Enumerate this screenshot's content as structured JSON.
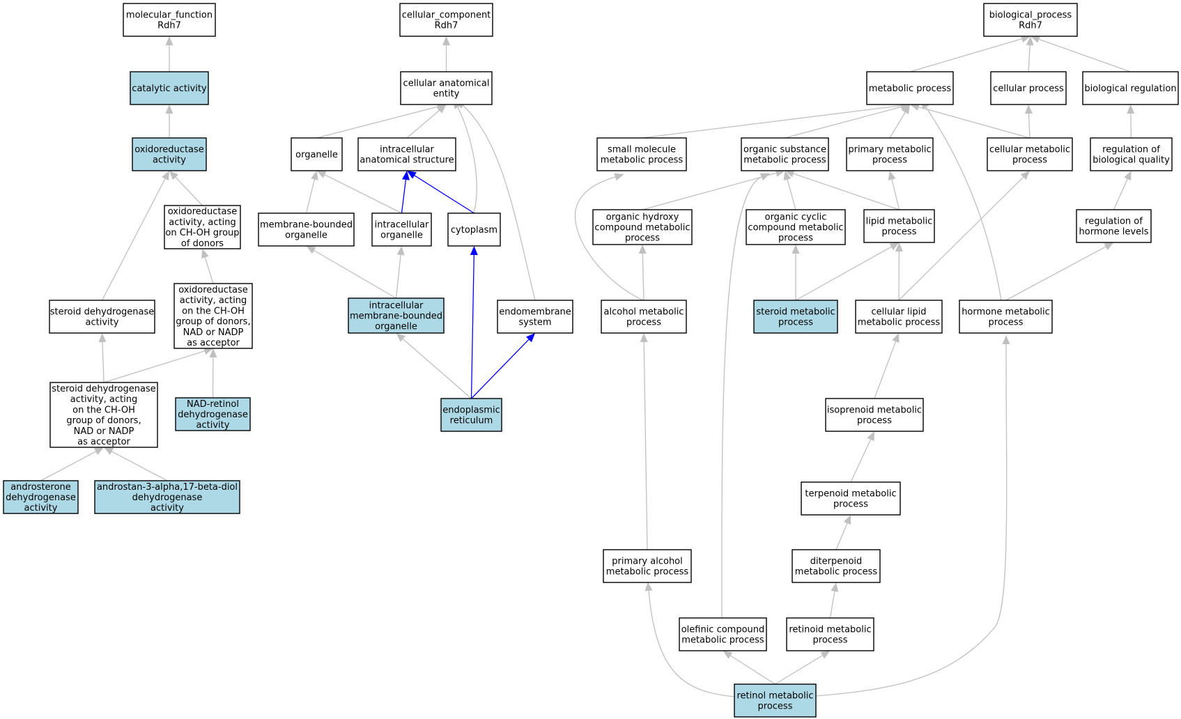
{
  "colors": {
    "highlight_fill": "#add8e6",
    "default_fill": "#ffffff",
    "gray_edge": "#c0c0c0",
    "blue_edge": "#0000ff",
    "border": "#000000"
  },
  "nodes": {
    "mf_root": {
      "lines": [
        "molecular_function",
        "Rdh7"
      ],
      "highlighted": false
    },
    "catalytic": {
      "lines": [
        "catalytic activity"
      ],
      "highlighted": true
    },
    "oxidoreductase": {
      "lines": [
        "oxidoreductase",
        "activity"
      ],
      "highlighted": true
    },
    "ox_choh": {
      "lines": [
        "oxidoreductase",
        "activity, acting",
        "on CH-OH group",
        "of donors"
      ],
      "highlighted": false
    },
    "ox_choh_nad": {
      "lines": [
        "oxidoreductase",
        "activity, acting",
        "on the CH-OH",
        "group of donors,",
        "NAD or NADP",
        "as acceptor"
      ],
      "highlighted": false
    },
    "steroid_dh": {
      "lines": [
        "steroid dehydrogenase",
        "activity"
      ],
      "highlighted": false
    },
    "steroid_dh_nad": {
      "lines": [
        "steroid dehydrogenase",
        "activity, acting",
        "on the CH-OH",
        "group of donors,",
        "NAD or NADP",
        "as acceptor"
      ],
      "highlighted": false
    },
    "nad_retinol": {
      "lines": [
        "NAD-retinol",
        "dehydrogenase",
        "activity"
      ],
      "highlighted": true
    },
    "androsterone": {
      "lines": [
        "androsterone",
        "dehydrogenase",
        "activity"
      ],
      "highlighted": true
    },
    "androstan": {
      "lines": [
        "androstan-3-alpha,17-beta-diol",
        "dehydrogenase",
        "activity"
      ],
      "highlighted": true
    },
    "cc_root": {
      "lines": [
        "cellular_component",
        "Rdh7"
      ],
      "highlighted": false
    },
    "cae": {
      "lines": [
        "cellular anatomical",
        "entity"
      ],
      "highlighted": false
    },
    "organelle": {
      "lines": [
        "organelle"
      ],
      "highlighted": false
    },
    "ias": {
      "lines": [
        "intracellular",
        "anatomical structure"
      ],
      "highlighted": false
    },
    "mbo": {
      "lines": [
        "membrane-bounded",
        "organelle"
      ],
      "highlighted": false
    },
    "io": {
      "lines": [
        "intracellular",
        "organelle"
      ],
      "highlighted": false
    },
    "cytoplasm": {
      "lines": [
        "cytoplasm"
      ],
      "highlighted": false
    },
    "imbo": {
      "lines": [
        "intracellular",
        "membrane-bounded",
        "organelle"
      ],
      "highlighted": true
    },
    "endomembrane": {
      "lines": [
        "endomembrane",
        "system"
      ],
      "highlighted": false
    },
    "er": {
      "lines": [
        "endoplasmic",
        "reticulum"
      ],
      "highlighted": true
    },
    "bp_root": {
      "lines": [
        "biological_process",
        "Rdh7"
      ],
      "highlighted": false
    },
    "metabolic": {
      "lines": [
        "metabolic process"
      ],
      "highlighted": false
    },
    "cellular_proc": {
      "lines": [
        "cellular process"
      ],
      "highlighted": false
    },
    "bio_reg": {
      "lines": [
        "biological regulation"
      ],
      "highlighted": false
    },
    "small_mol": {
      "lines": [
        "small molecule",
        "metabolic process"
      ],
      "highlighted": false
    },
    "org_sub": {
      "lines": [
        "organic substance",
        "metabolic process"
      ],
      "highlighted": false
    },
    "primary_met": {
      "lines": [
        "primary metabolic",
        "process"
      ],
      "highlighted": false
    },
    "cell_met": {
      "lines": [
        "cellular metabolic",
        "process"
      ],
      "highlighted": false
    },
    "reg_bio_q": {
      "lines": [
        "regulation of",
        "biological quality"
      ],
      "highlighted": false
    },
    "org_hydroxy": {
      "lines": [
        "organic hydroxy",
        "compound metabolic",
        "process"
      ],
      "highlighted": false
    },
    "org_cyclic": {
      "lines": [
        "organic cyclic",
        "compound metabolic",
        "process"
      ],
      "highlighted": false
    },
    "lipid_met": {
      "lines": [
        "lipid metabolic",
        "process"
      ],
      "highlighted": false
    },
    "reg_hormone": {
      "lines": [
        "regulation of",
        "hormone levels"
      ],
      "highlighted": false
    },
    "alcohol_met": {
      "lines": [
        "alcohol metabolic",
        "process"
      ],
      "highlighted": false
    },
    "steroid_met": {
      "lines": [
        "steroid metabolic",
        "process"
      ],
      "highlighted": true
    },
    "cell_lipid": {
      "lines": [
        "cellular lipid",
        "metabolic process"
      ],
      "highlighted": false
    },
    "hormone_met": {
      "lines": [
        "hormone metabolic",
        "process"
      ],
      "highlighted": false
    },
    "isoprenoid": {
      "lines": [
        "isoprenoid metabolic",
        "process"
      ],
      "highlighted": false
    },
    "terpenoid": {
      "lines": [
        "terpenoid metabolic",
        "process"
      ],
      "highlighted": false
    },
    "primary_alcohol": {
      "lines": [
        "primary alcohol",
        "metabolic process"
      ],
      "highlighted": false
    },
    "diterpenoid": {
      "lines": [
        "diterpenoid",
        "metabolic process"
      ],
      "highlighted": false
    },
    "olefinic": {
      "lines": [
        "olefinic compound",
        "metabolic process"
      ],
      "highlighted": false
    },
    "retinoid": {
      "lines": [
        "retinoid metabolic",
        "process"
      ],
      "highlighted": false
    },
    "retinol": {
      "lines": [
        "retinol metabolic",
        "process"
      ],
      "highlighted": true
    }
  },
  "edges": [
    {
      "from": "catalytic",
      "to": "mf_root",
      "color": "gray"
    },
    {
      "from": "oxidoreductase",
      "to": "catalytic",
      "color": "gray"
    },
    {
      "from": "ox_choh",
      "to": "oxidoreductase",
      "color": "gray"
    },
    {
      "from": "steroid_dh",
      "to": "oxidoreductase",
      "color": "gray"
    },
    {
      "from": "ox_choh_nad",
      "to": "ox_choh",
      "color": "gray"
    },
    {
      "from": "steroid_dh_nad",
      "to": "steroid_dh",
      "color": "gray"
    },
    {
      "from": "steroid_dh_nad",
      "to": "ox_choh_nad",
      "color": "gray"
    },
    {
      "from": "nad_retinol",
      "to": "ox_choh_nad",
      "color": "gray"
    },
    {
      "from": "androsterone",
      "to": "steroid_dh_nad",
      "color": "gray"
    },
    {
      "from": "androstan",
      "to": "steroid_dh_nad",
      "color": "gray"
    },
    {
      "from": "cae",
      "to": "cc_root",
      "color": "gray"
    },
    {
      "from": "organelle",
      "to": "cae",
      "color": "gray"
    },
    {
      "from": "ias",
      "to": "cae",
      "color": "gray"
    },
    {
      "from": "cytoplasm",
      "to": "cae",
      "color": "gray"
    },
    {
      "from": "endomembrane",
      "to": "cae",
      "color": "gray"
    },
    {
      "from": "mbo",
      "to": "organelle",
      "color": "gray"
    },
    {
      "from": "io",
      "to": "organelle",
      "color": "gray"
    },
    {
      "from": "io",
      "to": "ias",
      "color": "blue"
    },
    {
      "from": "cytoplasm",
      "to": "ias",
      "color": "blue"
    },
    {
      "from": "imbo",
      "to": "mbo",
      "color": "gray"
    },
    {
      "from": "imbo",
      "to": "io",
      "color": "gray"
    },
    {
      "from": "er",
      "to": "imbo",
      "color": "gray"
    },
    {
      "from": "er",
      "to": "cytoplasm",
      "color": "blue"
    },
    {
      "from": "er",
      "to": "endomembrane",
      "color": "blue"
    },
    {
      "from": "metabolic",
      "to": "bp_root",
      "color": "gray"
    },
    {
      "from": "cellular_proc",
      "to": "bp_root",
      "color": "gray"
    },
    {
      "from": "bio_reg",
      "to": "bp_root",
      "color": "gray"
    },
    {
      "from": "small_mol",
      "to": "metabolic",
      "color": "gray"
    },
    {
      "from": "org_sub",
      "to": "metabolic",
      "color": "gray"
    },
    {
      "from": "primary_met",
      "to": "metabolic",
      "color": "gray"
    },
    {
      "from": "cell_met",
      "to": "metabolic",
      "color": "gray"
    },
    {
      "from": "cell_met",
      "to": "cellular_proc",
      "color": "gray"
    },
    {
      "from": "hormone_met",
      "to": "metabolic",
      "color": "gray"
    },
    {
      "from": "reg_bio_q",
      "to": "bio_reg",
      "color": "gray"
    },
    {
      "from": "reg_hormone",
      "to": "reg_bio_q",
      "color": "gray"
    },
    {
      "from": "org_hydroxy",
      "to": "org_sub",
      "color": "gray"
    },
    {
      "from": "org_cyclic",
      "to": "org_sub",
      "color": "gray"
    },
    {
      "from": "lipid_met",
      "to": "org_sub",
      "color": "gray"
    },
    {
      "from": "lipid_met",
      "to": "primary_met",
      "color": "gray"
    },
    {
      "from": "olefinic",
      "to": "org_sub",
      "color": "gray"
    },
    {
      "from": "alcohol_met",
      "to": "small_mol",
      "color": "gray"
    },
    {
      "from": "alcohol_met",
      "to": "org_hydroxy",
      "color": "gray"
    },
    {
      "from": "steroid_met",
      "to": "org_cyclic",
      "color": "gray"
    },
    {
      "from": "steroid_met",
      "to": "lipid_met",
      "color": "gray"
    },
    {
      "from": "cell_lipid",
      "to": "lipid_met",
      "color": "gray"
    },
    {
      "from": "cell_lipid",
      "to": "cell_met",
      "color": "gray"
    },
    {
      "from": "hormone_met",
      "to": "reg_hormone",
      "color": "gray"
    },
    {
      "from": "isoprenoid",
      "to": "cell_lipid",
      "color": "gray"
    },
    {
      "from": "terpenoid",
      "to": "isoprenoid",
      "color": "gray"
    },
    {
      "from": "diterpenoid",
      "to": "terpenoid",
      "color": "gray"
    },
    {
      "from": "retinoid",
      "to": "diterpenoid",
      "color": "gray"
    },
    {
      "from": "primary_alcohol",
      "to": "alcohol_met",
      "color": "gray"
    },
    {
      "from": "retinol",
      "to": "primary_alcohol",
      "color": "gray"
    },
    {
      "from": "retinol",
      "to": "olefinic",
      "color": "gray"
    },
    {
      "from": "retinol",
      "to": "retinoid",
      "color": "gray"
    },
    {
      "from": "retinol",
      "to": "hormone_met",
      "color": "gray"
    }
  ]
}
